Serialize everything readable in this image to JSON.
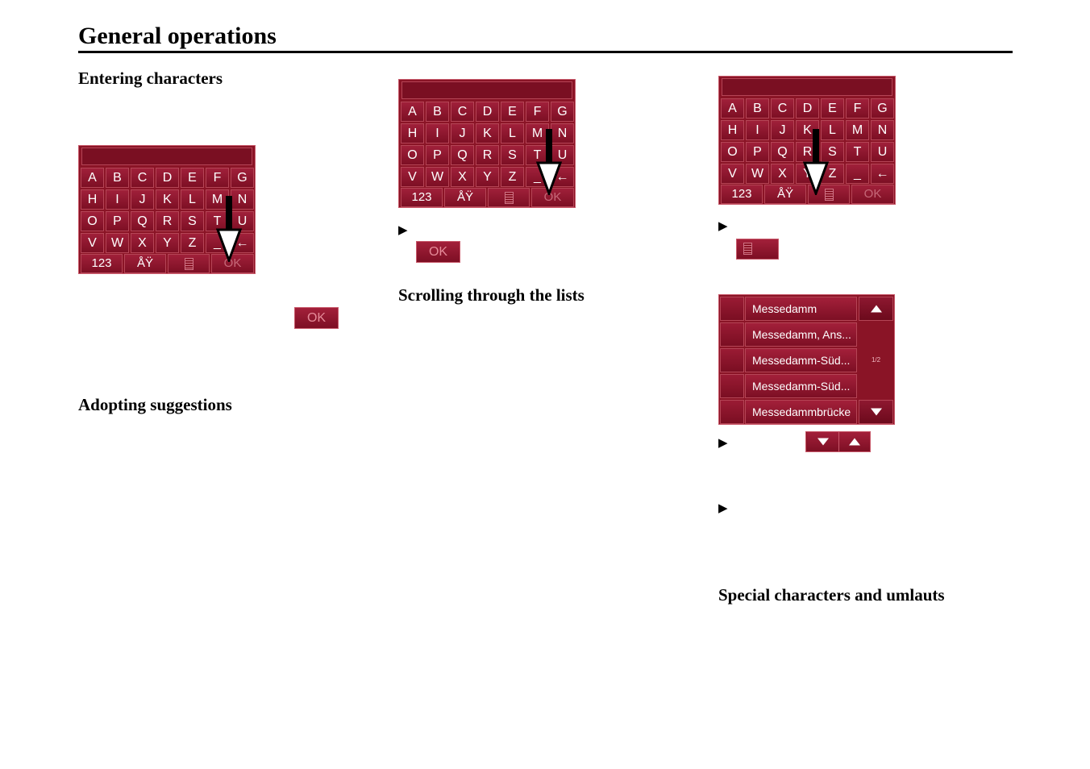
{
  "page": {
    "title": "General operations"
  },
  "headings": {
    "entering": "Entering characters",
    "adopting": "Adopting suggestions",
    "scrolling": "Scrolling through the lists",
    "special": "Special characters and umlauts"
  },
  "keyboard": {
    "rows": [
      [
        "A",
        "B",
        "C",
        "D",
        "E",
        "F",
        "G"
      ],
      [
        "H",
        "I",
        "J",
        "K",
        "L",
        "M",
        "N"
      ],
      [
        "O",
        "P",
        "Q",
        "R",
        "S",
        "T",
        "U"
      ],
      [
        "V",
        "W",
        "X",
        "Y",
        "Z",
        "_",
        "←"
      ]
    ],
    "num_label": "123",
    "special_label": "ÅŸ",
    "ok_label": "OK"
  },
  "buttons": {
    "ok_label": "OK"
  },
  "list": {
    "items": [
      "Messedamm",
      "Messedamm, Ans...",
      "Messedamm-Süd...",
      "Messedamm-Süd...",
      "Messedammbrücke"
    ],
    "page_indicator": "1/2"
  },
  "bullets": {
    "symbol": "▶"
  },
  "colors": {
    "widget_red": "#8a1426",
    "widget_border": "#c8596a"
  },
  "icons": [
    "arrow-down-icon",
    "list-icon",
    "triangle-up-icon",
    "triangle-down-icon",
    "bullet-arrow-icon"
  ]
}
